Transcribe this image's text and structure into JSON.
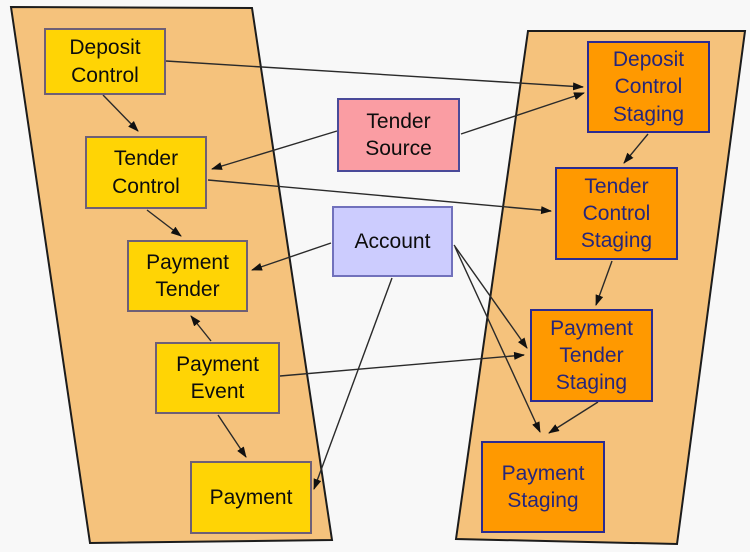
{
  "diagram": {
    "description": "Tender / payment staging data flow diagram with two funnel panels",
    "background_color": "#f8f8f8",
    "funnel_fill_color": "#F5C27C",
    "arrow_color": "#2a2a2a"
  },
  "colors": {
    "yellow_node_fill": "#FFD405",
    "yellow_node_border": "#6E5F76",
    "pink_node_fill": "#FA9DA3",
    "lavender_node_fill": "#CCCCFE",
    "orange_node_fill": "#FF9900",
    "orange_node_text": "#26267B"
  },
  "nodes": {
    "deposit_control": {
      "label": "Deposit Control",
      "color": "yellow"
    },
    "tender_control": {
      "label": "Tender Control",
      "color": "yellow"
    },
    "payment_tender": {
      "label": "Payment Tender",
      "color": "yellow"
    },
    "payment_event": {
      "label": "Payment Event",
      "color": "yellow"
    },
    "payment": {
      "label": "Payment",
      "color": "yellow"
    },
    "tender_source": {
      "label": "Tender Source",
      "color": "pink"
    },
    "account": {
      "label": "Account",
      "color": "lavender"
    },
    "deposit_control_staging": {
      "label": "Deposit Control Staging",
      "color": "orange"
    },
    "tender_control_staging": {
      "label": "Tender Control Staging",
      "color": "orange"
    },
    "payment_tender_staging": {
      "label": "Payment Tender Staging",
      "color": "orange"
    },
    "payment_staging": {
      "label": "Payment Staging",
      "color": "orange"
    }
  },
  "edges": [
    {
      "from": "deposit_control",
      "to": "tender_control"
    },
    {
      "from": "deposit_control",
      "to": "deposit_control_staging"
    },
    {
      "from": "tender_source",
      "to": "tender_control"
    },
    {
      "from": "tender_source",
      "to": "deposit_control_staging"
    },
    {
      "from": "tender_control",
      "to": "payment_tender"
    },
    {
      "from": "tender_control",
      "to": "tender_control_staging"
    },
    {
      "from": "deposit_control_staging",
      "to": "tender_control_staging"
    },
    {
      "from": "tender_control_staging",
      "to": "payment_tender_staging"
    },
    {
      "from": "payment_tender_staging",
      "to": "payment_staging"
    },
    {
      "from": "account",
      "to": "payment_tender"
    },
    {
      "from": "account",
      "to": "payment"
    },
    {
      "from": "account",
      "to": "payment_tender_staging"
    },
    {
      "from": "account",
      "to": "payment_staging"
    },
    {
      "from": "payment_event",
      "to": "payment_tender"
    },
    {
      "from": "payment_event",
      "to": "payment"
    },
    {
      "from": "payment_event",
      "to": "payment_tender_staging"
    }
  ]
}
